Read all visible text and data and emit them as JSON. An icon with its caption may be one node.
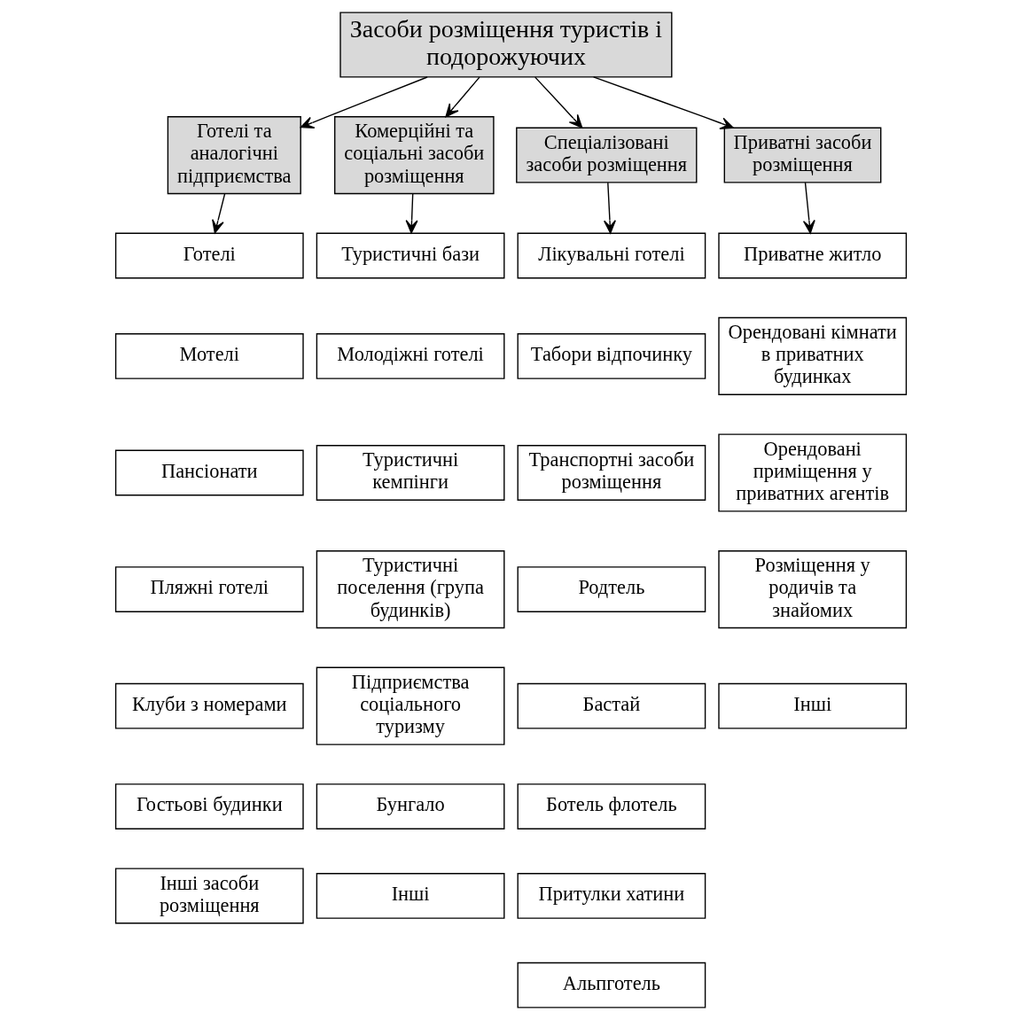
{
  "diagram": {
    "nodes": [
      {
        "text": [
          "Засоби розміщення туристів і подорожуючих"
        ]
      },
      {
        "text": [
          "Готелі та аналогічні підприємства"
        ]
      },
      {
        "text": [
          "Комерційні та соціальні засоби розміщення"
        ]
      },
      {
        "text": [
          "Спеціалізовані засоби розміщення"
        ]
      },
      {
        "text": [
          "Приватні засоби розміщення"
        ]
      },
      {
        "text": [
          "Готелі"
        ]
      },
      {
        "text": [
          "Мотелі"
        ]
      },
      {
        "text": [
          "Пансіонати"
        ]
      },
      {
        "text": [
          "Пляжні готелі"
        ]
      },
      {
        "text": [
          "Клуби з номерами"
        ]
      },
      {
        "text": [
          "Гостьові будинки"
        ]
      },
      {
        "text": [
          "Інші засоби розміщення"
        ]
      },
      {
        "text": [
          "Туристичні бази"
        ]
      },
      {
        "text": [
          "Молодіжні готелі"
        ]
      },
      {
        "text": [
          "Туристичні кемпінги"
        ]
      },
      {
        "text": [
          "Туристичні поселення (група будинків)"
        ]
      },
      {
        "text": [
          "Підприємства соціального туризму"
        ]
      },
      {
        "text": [
          "Бунгало"
        ]
      },
      {
        "text": [
          "Інші"
        ]
      },
      {
        "text": [
          "Лікувальні готелі"
        ]
      },
      {
        "text": [
          "Табори відпочинку"
        ]
      },
      {
        "text": [
          "Транспортні засоби розміщення"
        ]
      },
      {
        "text": [
          "Родтель"
        ]
      },
      {
        "text": [
          "Бастай"
        ]
      },
      {
        "text": [
          "Ботель флотель"
        ]
      },
      {
        "text": [
          "Притулки хатини"
        ]
      },
      {
        "text": [
          "Альпготель"
        ]
      },
      {
        "text": [
          "Приватне житло"
        ]
      },
      {
        "text": [
          "Орендовані кімнати в приватних будинках"
        ]
      },
      {
        "text": [
          "Орендовані приміщення у приватних агентів"
        ]
      },
      {
        "text": [
          "Розміщення у родичів та знайомих"
        ]
      },
      {
        "text": [
          "Інші"
        ]
      }
    ],
    "edges": [
      {
        "from": 0,
        "to": 1,
        "arrow": "to"
      },
      {
        "from": 0,
        "to": 2,
        "arrow": "to"
      },
      {
        "from": 0,
        "to": 3,
        "arrow": "to"
      },
      {
        "from": 0,
        "to": 4,
        "arrow": "to"
      },
      {
        "from": 1,
        "to": 5,
        "arrow": "to"
      },
      {
        "from": 2,
        "to": 12,
        "arrow": "to"
      },
      {
        "from": 3,
        "to": 19,
        "arrow": "to"
      },
      {
        "from": 4,
        "to": 27,
        "arrow": "to"
      }
    ]
  }
}
